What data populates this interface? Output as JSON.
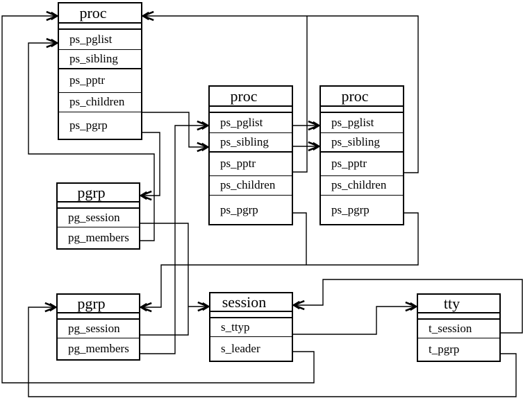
{
  "figure": {
    "title_implied": "Process group, session and terminal structures",
    "background_color": "#ffffff",
    "line_color": "#000000",
    "boxes": [
      {
        "id": "proc-top",
        "title": "proc",
        "fields": [
          "ps_pglist",
          "ps_sibling",
          "ps_pptr",
          "ps_children",
          "ps_pgrp"
        ]
      },
      {
        "id": "proc-middle",
        "title": "proc",
        "fields": [
          "ps_pglist",
          "ps_sibling",
          "ps_pptr",
          "ps_children",
          "ps_pgrp"
        ]
      },
      {
        "id": "proc-right",
        "title": "proc",
        "fields": [
          "ps_pglist",
          "ps_sibling",
          "ps_pptr",
          "ps_children",
          "ps_pgrp"
        ]
      },
      {
        "id": "pgrp-upper",
        "title": "pgrp",
        "fields": [
          "pg_session",
          "pg_members"
        ]
      },
      {
        "id": "pgrp-lower",
        "title": "pgrp",
        "fields": [
          "pg_session",
          "pg_members"
        ]
      },
      {
        "id": "session",
        "title": "session",
        "fields": [
          "s_ttyp",
          "s_leader"
        ]
      },
      {
        "id": "tty",
        "title": "tty",
        "fields": [
          "t_session",
          "t_pgrp"
        ]
      }
    ],
    "edges": [
      {
        "from": "session.s_leader",
        "to": "proc-top"
      },
      {
        "from": "proc-middle.ps_pptr",
        "to": "proc-top"
      },
      {
        "from": "proc-right.ps_pptr",
        "to": "proc-top"
      },
      {
        "from": "proc-top.ps_children",
        "to": "proc-middle"
      },
      {
        "from": "proc-middle.ps_pglist",
        "to": "proc-right.ps_pglist"
      },
      {
        "from": "proc-middle.ps_sibling",
        "to": "proc-right.ps_sibling"
      },
      {
        "from": "proc-top.ps_pgrp",
        "to": "pgrp-upper"
      },
      {
        "from": "proc-middle.ps_pgrp",
        "to": "pgrp-lower"
      },
      {
        "from": "proc-right.ps_pgrp",
        "to": "pgrp-lower"
      },
      {
        "from": "pgrp-upper.pg_members",
        "to": "proc-top.ps_pglist"
      },
      {
        "from": "pgrp-upper.pg_session",
        "to": "session"
      },
      {
        "from": "pgrp-lower.pg_session",
        "to": "session"
      },
      {
        "from": "pgrp-lower.pg_members",
        "to": "proc-middle.ps_pglist"
      },
      {
        "from": "session.s_ttyp",
        "to": "tty"
      },
      {
        "from": "tty.t_session",
        "to": "session"
      },
      {
        "from": "tty.t_pgrp",
        "to": "pgrp-lower"
      }
    ]
  }
}
